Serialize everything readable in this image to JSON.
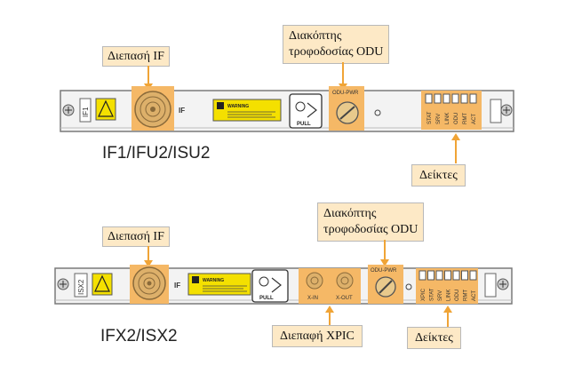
{
  "board1": {
    "model_label": "IF1/IFU2/ISU2",
    "if_marking": "IF",
    "odu_pwr_marking": "ODU-PWR",
    "pull_marking": "PULL",
    "warning_text": "WARNING",
    "slot_label": "IF1",
    "indicator_labels": [
      "STAT",
      "SRV",
      "LINK",
      "ODU",
      "RMT",
      "ACT"
    ],
    "callouts": {
      "if_interface": "Διεπασή IF",
      "odu_switch_line1": "Διακόπτης",
      "odu_switch_line2": "τροφοδοσίας ODU",
      "indicators": "Δείκτες"
    }
  },
  "board2": {
    "model_label": "IFX2/ISX2",
    "if_marking": "IF",
    "odu_pwr_marking": "ODU-PWR",
    "pull_marking": "PULL",
    "warning_text": "WARNING",
    "slot_label": "ISX2",
    "xin_marking": "X-IN",
    "xout_marking": "X-OUT",
    "indicator_labels": [
      "XPIC",
      "STAT",
      "SRV",
      "LINK",
      "ODU",
      "RMT",
      "ACT"
    ],
    "callouts": {
      "if_interface": "Διεπασή IF",
      "odu_switch_line1": "Διακόπτης",
      "odu_switch_line2": "τροφοδοσίας ODU",
      "xpic_interface": "Διεπαφή XPIC",
      "indicators": "Δείκτες"
    }
  },
  "colors": {
    "highlight": "#f5b866",
    "callout_fill": "#fde9c6",
    "arrow": "#f0a436",
    "warning_yellow": "#f4e000"
  }
}
